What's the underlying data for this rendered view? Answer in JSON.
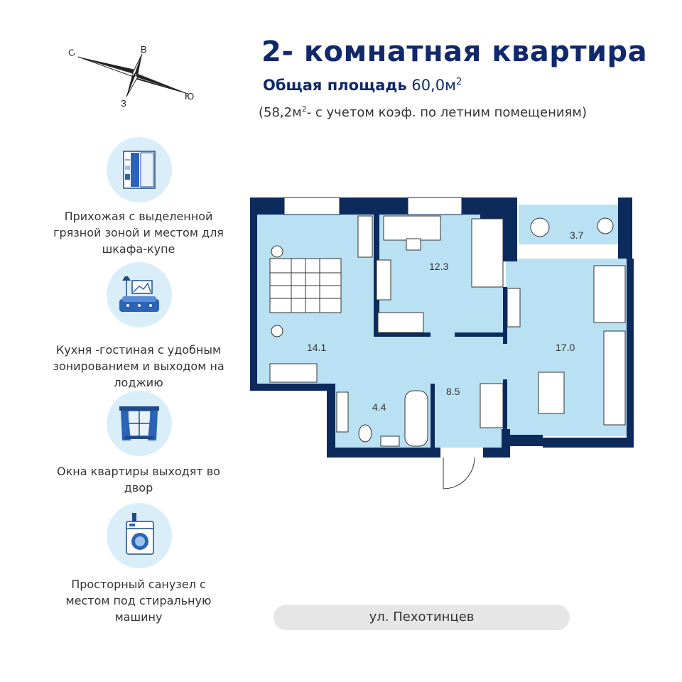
{
  "header": {
    "title": "2- комнатная  квартира",
    "total_area_label": "Общая площадь",
    "total_area_value": "60,0м",
    "total_area_sup": "2",
    "sub_area_prefix": "(58,2м",
    "sub_area_sup": "2",
    "sub_area_suffix": "- с учетом коэф. по летним помещениям)"
  },
  "compass": {
    "n": "В",
    "s": "З",
    "w": "С",
    "e": "Ю"
  },
  "features": [
    {
      "icon": "wardrobe-icon",
      "text": "Прихожая с выделенной грязной зоной  и местом для шкафа-купе"
    },
    {
      "icon": "living-room-icon",
      "text": "Кухня -гостиная с удобным зонированием и выходом на лоджию"
    },
    {
      "icon": "window-icon",
      "text": "Окна квартиры выходят во двор"
    },
    {
      "icon": "washing-machine-icon",
      "text": "Просторный санузел с местом под стиральную машину"
    }
  ],
  "rooms": [
    {
      "name": "bedroom",
      "area": "14.1"
    },
    {
      "name": "bedroom-2",
      "area": "12.3"
    },
    {
      "name": "loggia",
      "area": "3.7"
    },
    {
      "name": "kitchen-living",
      "area": "17.0"
    },
    {
      "name": "hall",
      "area": "8.5"
    },
    {
      "name": "bathroom",
      "area": "4.4"
    }
  ],
  "street": "ул. Пехотинцев",
  "colors": {
    "brand": "#11286b",
    "room_fill": "#b9e1f3",
    "wall": "#0d2a5c",
    "icon_bg": "#d9eef8"
  }
}
